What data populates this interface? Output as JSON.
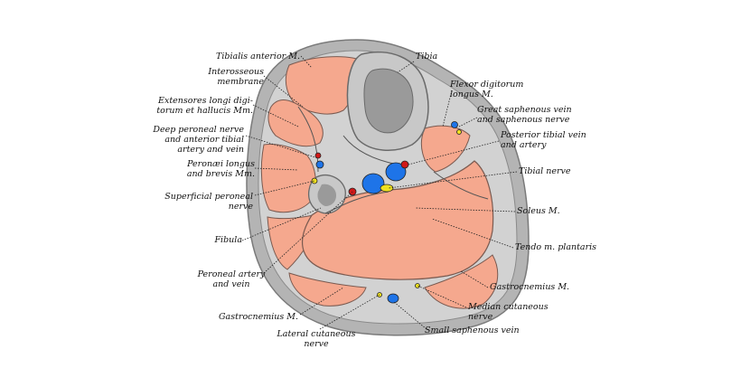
{
  "labels": {
    "tibialis_anterior": "Tibialis anterior M.",
    "interosseous_membrane": "Interosseous\nmembrane",
    "extensores": "Extensores longi digi-\ntorum et hallucis Mm.",
    "deep_peroneal": "Deep peroneal nerve\nand anterior tibial\nartery and vein",
    "peronaei": "Peronæi longus\nand brevis Mm.",
    "superficial_peroneal": "Superficial peroneal\nnerve",
    "fibula": "Fibula",
    "peroneal_artery": "Peroneal artery\nand vein",
    "gastrocnemius_left": "Gastrocnemius M.",
    "lateral_cutaneous": "Lateral cutaneous\nnerve",
    "tibia": "Tibia",
    "flexor_digitorum": "Flexor digitorum\nlongus M.",
    "great_saphenous": "Great saphenous vein\nand saphenous nerve",
    "posterior_tibial": "Posterior tibial vein\nand artery",
    "tibial_nerve": "Tibial nerve",
    "soleus": "Soleus M.",
    "tendo_plantaris": "Tendo m. plantaris",
    "gastrocnemius_right": "Gastrocnemius M.",
    "median_cutaneous": "Median cutaneous\nnerve",
    "small_saphenous": "Small saphenous vein"
  },
  "colors": {
    "skin": "#b4b4b4",
    "fascia": "#d2d2d2",
    "muscle": "#f5a88e",
    "bone_outer": "#c8c8c8",
    "bone_inner": "#9a9a9a",
    "vein": "#1e74e8",
    "artery": "#d01818",
    "nerve": "#f0e020"
  }
}
